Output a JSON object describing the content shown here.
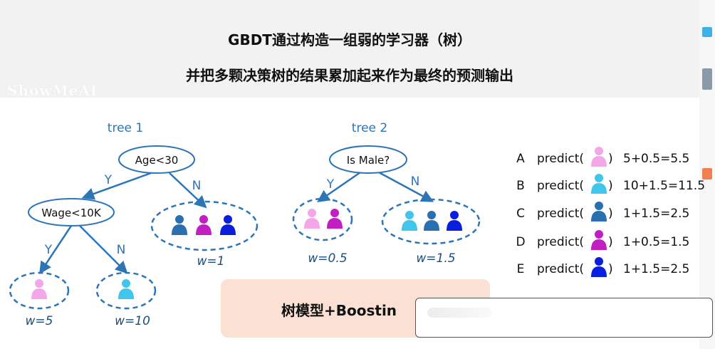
{
  "header": {
    "line1": "GBDT通过构造一组弱的学习器（树）",
    "line2": "并把多颗决策树的结果累加起来作为最终的预测输出",
    "watermark": "ShowMeAI"
  },
  "colors": {
    "line": "#2e75b6",
    "pink": "#f3a6e8",
    "magenta": "#c21ec2",
    "cyan": "#3fc6ea",
    "steel": "#2a6fb0",
    "blue": "#0a1ee0"
  },
  "tree1": {
    "title": "tree 1",
    "root": "Age<30",
    "left_node": "Wage<10K",
    "root_left_label": "Y",
    "root_right_label": "N",
    "left_left_label": "Y",
    "left_right_label": "N",
    "leaf_ll_weight": "w=5",
    "leaf_lr_weight": "w=10",
    "leaf_r_weight": "w=1"
  },
  "tree2": {
    "title": "tree 2",
    "root": "Is Male?",
    "left_label": "Y",
    "right_label": "N",
    "leaf_l_weight": "w=0.5",
    "leaf_r_weight": "w=1.5"
  },
  "predictions": [
    {
      "id": "A",
      "prefix": "predict(",
      "suffix": ")",
      "person": "pink",
      "result": "5+0.5=5.5"
    },
    {
      "id": "B",
      "prefix": "predict(",
      "suffix": ")",
      "person": "cyan",
      "result": "10+1.5=11.5"
    },
    {
      "id": "C",
      "prefix": "predict(",
      "suffix": ")",
      "person": "steel",
      "result": "1+1.5=2.5"
    },
    {
      "id": "D",
      "prefix": "predict(",
      "suffix": ")",
      "person": "magenta",
      "result": "1+0.5=1.5"
    },
    {
      "id": "E",
      "prefix": "predict(",
      "suffix": ")",
      "person": "blue",
      "result": "1+1.5=2.5"
    }
  ],
  "bottom": {
    "label": "树模型+Boostin"
  }
}
